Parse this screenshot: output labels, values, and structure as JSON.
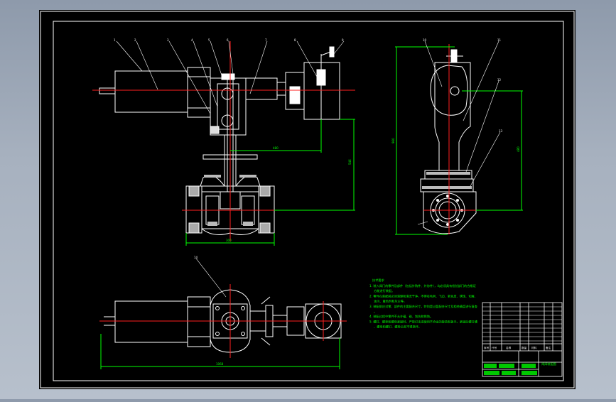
{
  "viewer": {
    "background_color": "#9aa5b5",
    "paper_color": "#000000",
    "frame_color": "#ffffff"
  },
  "drawing": {
    "title": "电动闸阀装配图",
    "colors": {
      "outline": "#ffffff",
      "center_line": "#ff2020",
      "dimension": "#00ff00",
      "leader": "#ffffff",
      "hatch": "#bbbbbb",
      "title_block": "#ffffff"
    },
    "views": [
      {
        "name": "front-section-view"
      },
      {
        "name": "side-view"
      },
      {
        "name": "top-view"
      }
    ],
    "tech_requirements": {
      "heading": "技术要求",
      "lines": [
        "1. 装入阀门的零件及部件（包括外购件、外协件），均必须具有检验部门的合格证方能进行装配。",
        "2. 零件在装配前必须清理和清洗干净，不得有毛刺、飞边、氧化皮、锈蚀、切屑、油污、着色剂和灰尘等。",
        "3. 装配前应对零、部件的主要配合尺寸，特别是过盈配合尺寸及相关精度进行复查。",
        "4. 装配过程中零件不允许磕、碰、划伤和锈蚀。",
        "5. 螺钉、螺栓和螺母紧固时，严禁打击或使用不合适的旋具和扳手。紧固后螺钉槽、螺母和螺钉、螺栓头部不得损坏。"
      ]
    },
    "title_block": {
      "drawing_title": "闸阀装配图",
      "header_cells": [
        "序号",
        "代号",
        "名称",
        "数量",
        "材料",
        "备注"
      ]
    }
  }
}
